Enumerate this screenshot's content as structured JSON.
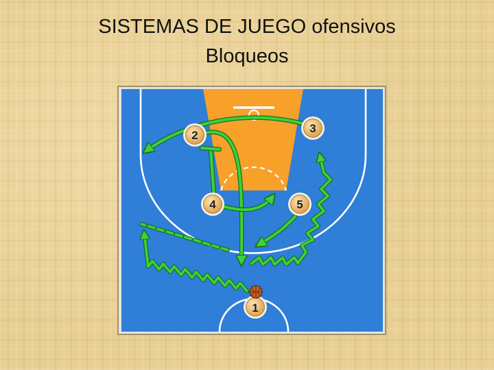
{
  "title": {
    "line1": "SISTEMAS DE JUEGO ofensivos",
    "line2": "Bloqueos"
  },
  "colors": {
    "court": "#2f7ed8",
    "lines": "#ffffff",
    "key": "#f7a02a",
    "arrows": "#3fcf3f",
    "arrow_outline": "#157015",
    "player_fill": "#f5c878",
    "player_ring": "#ffffff"
  },
  "players": {
    "p1": "1",
    "p2": "2",
    "p3": "3",
    "p4": "4",
    "p5": "5"
  },
  "icons": {
    "ball": "basketball-icon"
  }
}
